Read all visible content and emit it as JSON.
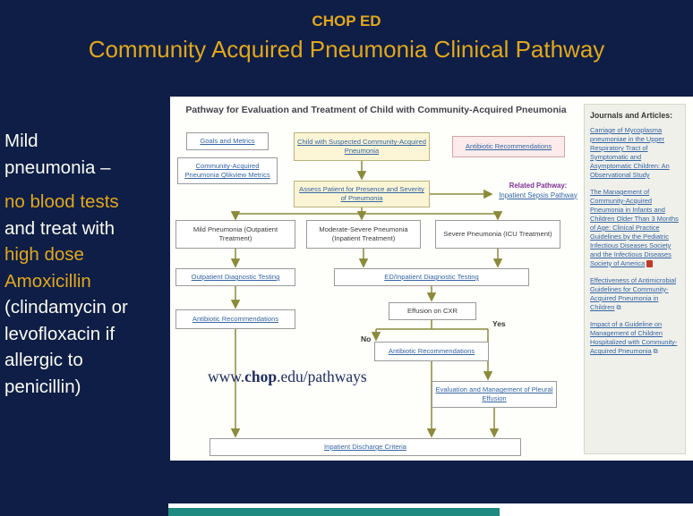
{
  "colors": {
    "slide_bg": "#0e1e46",
    "gold_accent": "#e2a71c",
    "link_blue": "#3465a4",
    "connector_olive": "#8a8a3a",
    "related_purple": "#7b2f93",
    "teal_bar": "#1f8a80"
  },
  "slide": {
    "kicker": "CHOP ED",
    "title": "Community Acquired Pneumonia Clinical Pathway",
    "note_lines": [
      {
        "text": "Mild",
        "tone": "white"
      },
      {
        "text": "pneumonia –",
        "tone": "white"
      },
      {
        "text": "no blood tests",
        "tone": "gold"
      },
      {
        "text": "and treat with",
        "tone": "white"
      },
      {
        "text": "high dose",
        "tone": "gold"
      },
      {
        "text": "Amoxicillin",
        "tone": "gold"
      },
      {
        "text": "(clindamycin or",
        "tone": "white"
      },
      {
        "text": "levofloxacin if",
        "tone": "white"
      },
      {
        "text": "allergic to",
        "tone": "white"
      },
      {
        "text": "penicillin)",
        "tone": "white"
      }
    ]
  },
  "pathway": {
    "header": "Pathway for Evaluation and Treatment of Child with Community-Acquired Pneumonia",
    "goals_metrics": "Goals and Metrics",
    "qlikview": "Community-Acquired Pneumonia Qlikview Metrics",
    "suspected": "Child with Suspected Community-Acquired Pneumonia",
    "antibiotic_top": "Antibiotic Recommendations",
    "assess": "Assess Patient for Presence and Severity of Pneumonia",
    "related_label": "Related Pathway:",
    "related_link": "Inpatient Sepsis Pathway",
    "mild": "Mild Pneumonia (Outpatient Treatment)",
    "moderate": "Moderate-Severe Pneumonia (Inpatient Treatment)",
    "severe": "Severe Pneumonia (ICU Treatment)",
    "outpatient_testing": "Outpatient Diagnostic Testing",
    "ed_testing": "ED/Inpatient Diagnostic Testing",
    "antibiotic_left": "Antibiotic Recommendations",
    "effusion": "Effusion on CXR",
    "no_label": "No",
    "yes_label": "Yes",
    "antibiotic_mid": "Antibiotic Recommendations",
    "pleural": "Evaluation and Management of Pleural Effusion",
    "discharge": "Inpatient Discharge Criteria",
    "watermark_pre": "www.",
    "watermark_bold": "chop",
    "watermark_post": ".edu/pathways"
  },
  "sidebar": {
    "header": "Journals and Articles:",
    "articles": [
      {
        "text": "Carriage of Mycoplasma pneumoniae in the Upper Respiratory Tract of Symptomatic and Asymptomatic Children: An Observational Study"
      },
      {
        "text": "The Management of Community-Acquired Pneumonia in Infants and Children Older Than 3 Months of Age: Clinical Practice Guidelines by the Pediatric Infectious Diseases Society and the Infectious Diseases Society of America"
      },
      {
        "text": "Effectiveness of Antimicrobial Guidelines for Community-Acquired Pneumonia in Children"
      },
      {
        "text": "Impact of a Guideline on Management of Children Hospitalized with Community-Acquired Pneumonia"
      }
    ]
  }
}
